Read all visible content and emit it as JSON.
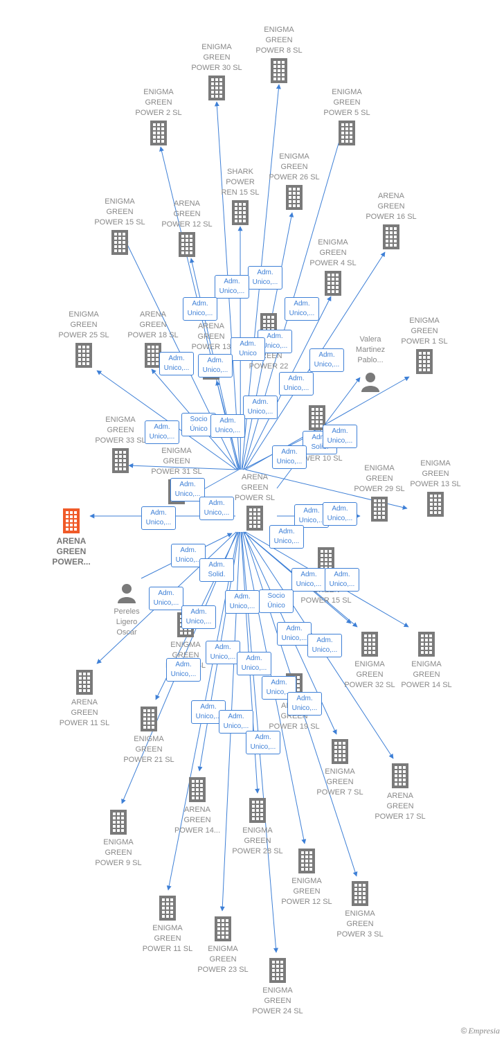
{
  "colors": {
    "edge": "#3d7fd6",
    "building": "#7a7a7a",
    "highlight": "#f05a28",
    "text": "#888888"
  },
  "center": {
    "label": "ARENA\nGREEN\nPOWER  SL"
  },
  "company_nodes": [
    {
      "id": "ep8",
      "label": "ENIGMA\nGREEN\nPOWER 8  SL"
    },
    {
      "id": "ep30",
      "label": "ENIGMA\nGREEN\nPOWER 30  SL"
    },
    {
      "id": "ep2",
      "label": "ENIGMA\nGREEN\nPOWER 2  SL"
    },
    {
      "id": "ep5",
      "label": "ENIGMA\nGREEN\nPOWER 5  SL"
    },
    {
      "id": "ep26",
      "label": "ENIGMA\nGREEN\nPOWER 26  SL"
    },
    {
      "id": "shark",
      "label": "SHARK\nPOWER\nREN 15  SL"
    },
    {
      "id": "ep15",
      "label": "ENIGMA\nGREEN\nPOWER 15  SL"
    },
    {
      "id": "ag12",
      "label": "ARENA\nGREEN\nPOWER 12  SL"
    },
    {
      "id": "ag16",
      "label": "ARENA\nGREEN\nPOWER 16  SL"
    },
    {
      "id": "ep4",
      "label": "ENIGMA\nGREEN\nPOWER 4  SL"
    },
    {
      "id": "ag22",
      "label": "ARENA\nGREEN\nPOWER 22"
    },
    {
      "id": "ep25",
      "label": "ENIGMA\nGREEN\nPOWER 25  SL"
    },
    {
      "id": "ag18",
      "label": "ARENA\nGREEN\nPOWER 18  SL"
    },
    {
      "id": "ag13",
      "label": "ARENA\nGREEN\nPOWER 13"
    },
    {
      "id": "ep1",
      "label": "ENIGMA\nGREEN\nPOWER 1  SL"
    },
    {
      "id": "ep10",
      "label": "ENIGMA\nGREEN\nPOWER 10  SL"
    },
    {
      "id": "ep33",
      "label": "ENIGMA\nGREEN\nPOWER 33  SL"
    },
    {
      "id": "ag31",
      "label": "ENIGMA\nGREEN\nPOWER 31  SL"
    },
    {
      "id": "ep29",
      "label": "ENIGMA\nGREEN\nPOWER 29  SL"
    },
    {
      "id": "ep13",
      "label": "ENIGMA\nGREEN\nPOWER 13  SL"
    },
    {
      "id": "ag15",
      "label": "ARENA\nGREEN\nPOWER 15  SL"
    },
    {
      "id": "ep32",
      "label": "ENIGMA\nGREEN\nPOWER 32  SL"
    },
    {
      "id": "ep14",
      "label": "ENIGMA\nGREEN\nPOWER 14  SL"
    },
    {
      "id": "agx",
      "label": "ENIGMA\nGREEN\nPOWER  SL"
    },
    {
      "id": "ag11",
      "label": "ARENA\nGREEN\nPOWER 11  SL"
    },
    {
      "id": "ep21",
      "label": "ENIGMA\nGREEN\nPOWER 21  SL"
    },
    {
      "id": "ag19",
      "label": "ARENA\nGREEN\nPOWER 19  SL"
    },
    {
      "id": "ep7",
      "label": "ENIGMA\nGREEN\nPOWER 7  SL"
    },
    {
      "id": "ag17",
      "label": "ARENA\nGREEN\nPOWER 17  SL"
    },
    {
      "id": "ag14",
      "label": "ARENA\nGREEN\nPOWER 14..."
    },
    {
      "id": "ep28",
      "label": "ENIGMA\nGREEN\nPOWER 28  SL"
    },
    {
      "id": "ep9",
      "label": "ENIGMA\nGREEN\nPOWER 9  SL"
    },
    {
      "id": "ep12",
      "label": "ENIGMA\nGREEN\nPOWER 12  SL"
    },
    {
      "id": "ep3",
      "label": "ENIGMA\nGREEN\nPOWER 3  SL"
    },
    {
      "id": "ep11",
      "label": "ENIGMA\nGREEN\nPOWER 11  SL"
    },
    {
      "id": "ep23",
      "label": "ENIGMA\nGREEN\nPOWER 23  SL"
    },
    {
      "id": "ep24",
      "label": "ENIGMA\nGREEN\nPOWER 24  SL"
    }
  ],
  "highlight_node": {
    "label": "ARENA\nGREEN\nPOWER..."
  },
  "persons": [
    {
      "id": "valera",
      "label": "Valera\nMartinez\nPablo..."
    },
    {
      "id": "pereles",
      "label": "Pereles\nLigero\nOscar"
    }
  ],
  "relations": [
    "Adm.\nUnico,...",
    "Adm.\nUnico,...",
    "Adm.\nUnico,...",
    "Adm.\nUnico,...",
    "Adm.\nUnico,...",
    "Adm.\nUnico",
    "Adm.\nUnico,...",
    "Adm.\nUnico,...",
    "Adm.\nUnico,...",
    "Adm.\nUnico,...",
    "Adm.\nUnico,...",
    "Socio\nÚnico",
    "Adm.\nUnico,...",
    "Adm.\nUnico,...",
    "Adm.\nSolid.",
    "Adm.\nUnico,...",
    "Adm.\nUnico,...",
    "Adm.\nUnico,...",
    "Adm.\nUnico,...",
    "Adm.\nUnico,...",
    "Adm.\nUnico,...",
    "Adm.\nUnico,...",
    "Adm.\nUnico,...",
    "Adm.\nUnico,...",
    "Adm.\nSolid.",
    "Adm.\nUnico,...",
    "Adm.\nUnico,...",
    "Adm.\nUnico,...",
    "Adm.\nUnico,...",
    "Socio\nÚnico",
    "Adm.\nUnico,...",
    "Adm.\nUnico,...",
    "Adm.\nUnico,...",
    "Adm.\nUnico,...",
    "Adm.\nUnico,...",
    "Adm.\nUnico,...",
    "Adm.\nUnico,...",
    "Adm.\nUnico,...",
    "Adm.\nUnico,...",
    "Adm.\nUnico,...",
    "Adm.\nUnico,...",
    "Adm.\nUnico,..."
  ],
  "brand": {
    "copyright": "©",
    "name": "Empresia"
  }
}
